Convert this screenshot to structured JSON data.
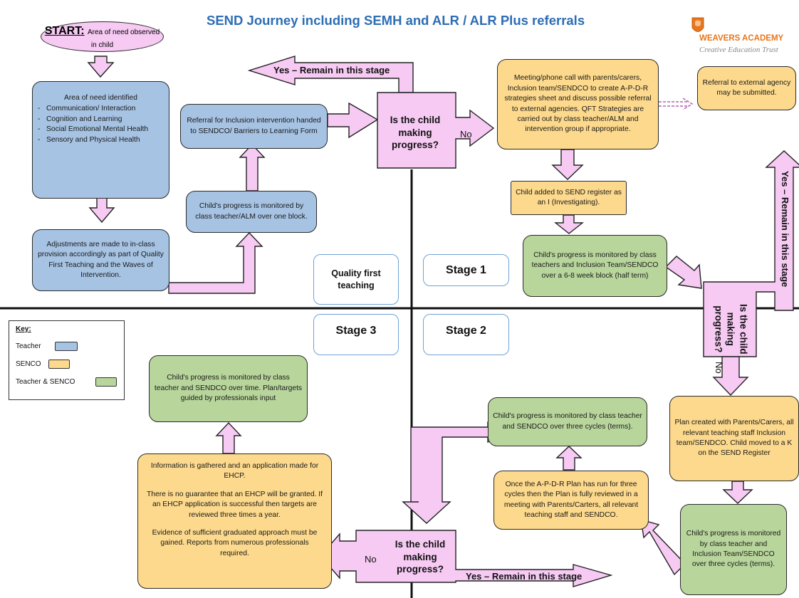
{
  "title": "SEND Journey including SEMH and ALR / ALR Plus referrals",
  "logo": {
    "name": "WEAVERS ACADEMY",
    "subtitle": "Creative Education Trust"
  },
  "start": {
    "label": "START:",
    "text": "Area of need observed in child"
  },
  "boxes": {
    "need_identified": {
      "heading": "Area of need identified",
      "items": [
        "Communication/ Interaction",
        "Cognition and Learning",
        "Social Emotional Mental Health",
        "Sensory and Physical Health"
      ]
    },
    "adjustments": "Adjustments are made to in-class provision accordingly as part of Quality First Teaching and the Waves of Intervention.",
    "monitored_alm": "Child's progress is monitored by class teacher/ALM over one block.",
    "referral_inclusion": "Referral for Inclusion intervention handed to SENDCO/ Barriers to Learning Form",
    "meeting": "Meeting/phone call with parents/carers, Inclusion team/SENDCO to create A-P-D-R strategies sheet and discuss possible referral to external agencies. QFT Strategies are carried out by class teacher/ALM and intervention group if appropriate.",
    "external_referral": "Referral to external agency may be submitted.",
    "send_register": "Child added to SEND register as an I (Investigating).",
    "monitored_68": "Child's progress is monitored by class teachers and Inclusion Team/SENDCO over a 6-8 week block (half term)",
    "plan_created": "Plan created with Parents/Carers, all relevant teaching staff Inclusion team/SENDCO. Child moved to a K on the SEND Register",
    "monitored_3cycles_right": "Child's progress is monitored by class teacher and Inclusion Team/SENDCO over three cycles (terms).",
    "apdr_review": "Once the A-P-D-R Plan has run for three cycles then the Plan is fully reviewed in a meeting with Parents/Carters, all relevant teaching staff and SENDCO.",
    "monitored_3cycles_mid": "Child's progress is monitored by class teacher and SENDCO over three cycles (terms).",
    "ehcp": [
      "Information is gathered and an application made for EHCP.",
      "There is no guarantee that an EHCP will be granted. If an EHCP application is successful then targets are reviewed three times a year.",
      "Evidence of sufficient graduated approach must be gained. Reports from numerous professionals required."
    ],
    "monitored_time": "Child's progress is monitored by class teacher and SENDCO over time. Plan/targets guided by professionals input"
  },
  "stages": {
    "qft": "Quality first teaching",
    "stage1": "Stage 1",
    "stage2": "Stage 2",
    "stage3": "Stage 3"
  },
  "decision_text": "Is the child making progress?",
  "arrow_labels": {
    "yes_remain": "Yes – Remain in this stage",
    "no": "No"
  },
  "key": {
    "title": "Key:",
    "items": [
      {
        "label": "Teacher",
        "color": "#a6c3e3"
      },
      {
        "label": "SENCO",
        "color": "#fcd98c"
      },
      {
        "label": "Teacher & SENCO",
        "color": "#b8d59c"
      }
    ]
  },
  "colors": {
    "teacher": "#a6c3e3",
    "senco": "#fcd98c",
    "teacher_senco": "#b8d59c",
    "arrow": "#f6caf3",
    "title": "#2d6db4",
    "logo": "#e8761c"
  }
}
